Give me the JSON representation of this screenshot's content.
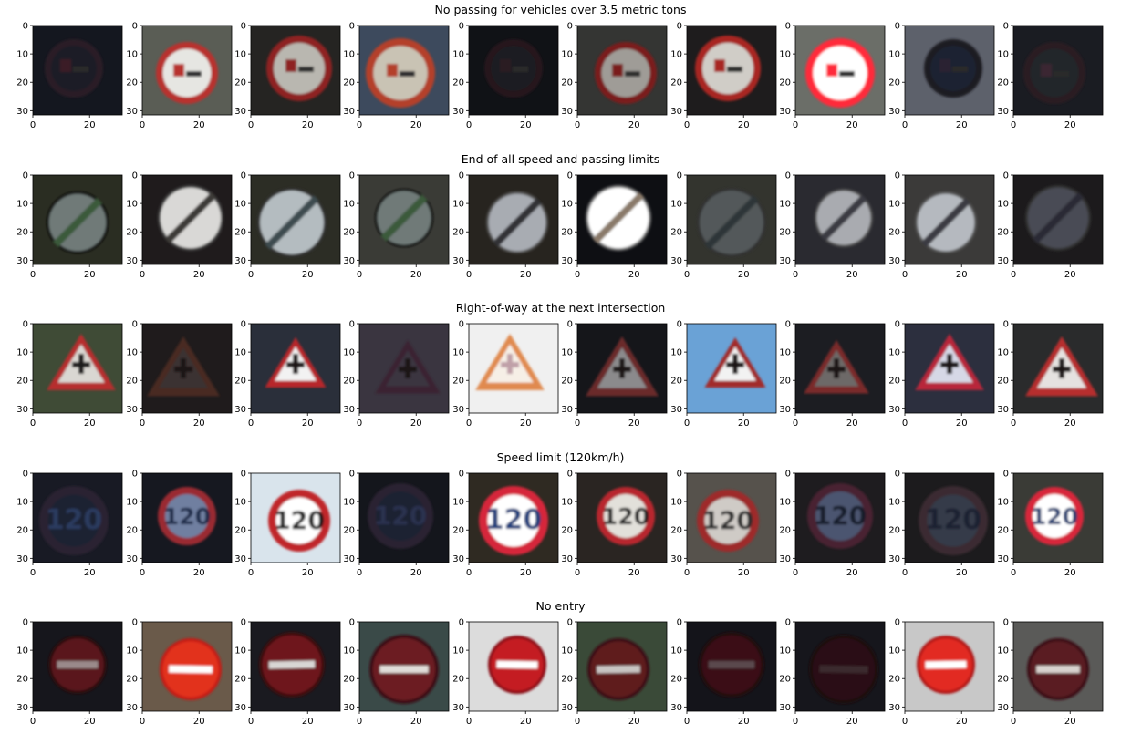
{
  "rows": [
    {
      "title": "No passing for vehicles over 3.5 metric tons",
      "sign": "no-passing-truck-sign",
      "bg": [
        "#14171f",
        "#5a5d55",
        "#252422",
        "#3d4a5d",
        "#101216",
        "#343533",
        "#1e1c1d",
        "#6b6e68",
        "#5d616b",
        "#1a1c22"
      ],
      "face": [
        "#1c1f27",
        "#e6e6e2",
        "#b9b7b0",
        "#c9c3b4",
        "#1a1b20",
        "#9f9c97",
        "#d0cdc7",
        "#ffffff",
        "#1f2330",
        "#23252c"
      ],
      "ring": [
        "#2b1d25",
        "#b8322f",
        "#8e2320",
        "#b4412a",
        "#27191d",
        "#7a1d1a",
        "#a82823",
        "#ff2a3a",
        "#1e1a24",
        "#2a1b22"
      ],
      "symbol": [
        "#3a1e26",
        "#b8322f",
        "#8e2320",
        "#b4412a",
        "#2c1c20",
        "#7a1d1a",
        "#a82823",
        "#ff2a3a",
        "#2a2230",
        "#3a2530"
      ]
    },
    {
      "title": "End of all speed and passing limits",
      "sign": "end-of-limits-sign",
      "bg": [
        "#2a2d22",
        "#1f1b1c",
        "#2c2d25",
        "#3a3b36",
        "#27241f",
        "#0e0f13",
        "#33342e",
        "#2a2a30",
        "#3b3a39",
        "#1c1a1c"
      ],
      "face": [
        "#6f7a78",
        "#d9d8d6",
        "#b4bcc0",
        "#6f7a78",
        "#a8acb2",
        "#ffffff",
        "#52585a",
        "#a9abb0",
        "#b5b9bf",
        "#4a4c55"
      ],
      "ring": [
        "#0a0a0a",
        "#444444",
        "#333333",
        "#0a0a0a",
        "#555555",
        "#777777",
        "#333333",
        "#555555",
        "#555555",
        "#333333"
      ],
      "symbol": [
        "#3a5a3a",
        "#3d3a38",
        "#3e4b50",
        "#3a5a3a",
        "#303236",
        "#8a7a6a",
        "#2e3638",
        "#3a3a42",
        "#3a3b42",
        "#2a2a34"
      ]
    },
    {
      "title": "Right-of-way at the next intersection",
      "sign": "right-of-way-sign",
      "bg": [
        "#3f4b36",
        "#1f1b1c",
        "#2a2f3a",
        "#3a3540",
        "#f0f0f0",
        "#15161a",
        "#6aa2d6",
        "#1c1d22",
        "#2c2f3e",
        "#2a2b2c"
      ],
      "face": [
        "#d9d7d2",
        "#3a3130",
        "#f2f2f2",
        "#3b3440",
        "#f6efe6",
        "#8b8a8c",
        "#f2f2f2",
        "#6d6968",
        "#d6d8e6",
        "#e5e2e0"
      ],
      "ring": [
        "#b62f2d",
        "#4a2a22",
        "#b8282a",
        "#3a2030",
        "#e08a50",
        "#6b2a2c",
        "#a22a2b",
        "#7a2a2a",
        "#b8283a",
        "#b62e2d"
      ],
      "symbol": [
        "#1f1a1c",
        "#1a1718",
        "#1a1718",
        "#1a1718",
        "#c0a0a8",
        "#1a1718",
        "#1a1718",
        "#1a1718",
        "#1a1718",
        "#1a1718"
      ]
    },
    {
      "title": "Speed limit (120km/h)",
      "sign": "speed-limit-120-sign",
      "bg": [
        "#181a24",
        "#161820",
        "#d9e4ec",
        "#14161c",
        "#2f2a22",
        "#2a2522",
        "#56524c",
        "#1e1c1f",
        "#1c1b1d",
        "#3a3b36"
      ],
      "face": [
        "#1a2030",
        "#6f7fa0",
        "#ffffff",
        "#1c2232",
        "#ffffff",
        "#e2e0da",
        "#cfcbc6",
        "#4b5570",
        "#363b48",
        "#ffffff"
      ],
      "ring": [
        "#2c2332",
        "#9a2a32",
        "#c0282c",
        "#2a2230",
        "#d6283a",
        "#b8282d",
        "#9e2a2b",
        "#4a2330",
        "#3a2a30",
        "#d8283a"
      ],
      "symbol": [
        "#2a3a5e",
        "#1e2c4a",
        "#151515",
        "#2a3250",
        "#1e3e7a",
        "#1e1e1e",
        "#2a2a2c",
        "#151a2a",
        "#1c2230",
        "#1a3a70"
      ]
    },
    {
      "title": "No entry",
      "sign": "no-entry-sign",
      "bg": [
        "#16161c",
        "#6a5a4a",
        "#1a1a20",
        "#3a4a48",
        "#dcdcdc",
        "#3a4a38",
        "#14141a",
        "#16161c",
        "#c8c8c8",
        "#5a5a58"
      ],
      "face": [
        "#5a141a",
        "#e2301f",
        "#6e161d",
        "#6c1c20",
        "#c41a22",
        "#5e1a1e",
        "#3a1018",
        "#2a0c14",
        "#e22a22",
        "#5a1c20"
      ],
      "ring": [
        "#2a0a10",
        "#c41c18",
        "#3e0c10",
        "#3a1014",
        "#8a1016",
        "#3a1012",
        "#200810",
        "#1a0a10",
        "#b01818",
        "#3a1014"
      ],
      "symbol": [
        "#9a8a8a",
        "#ffffff",
        "#d8d6d4",
        "#e0dcd8",
        "#ffffff",
        "#c8c4c2",
        "#5a4a4e",
        "#3a2a2e",
        "#ffffff",
        "#d8d2ce"
      ]
    }
  ],
  "x_ticks": [
    "0",
    "20"
  ],
  "y_ticks": [
    "0",
    "10",
    "20",
    "30"
  ]
}
